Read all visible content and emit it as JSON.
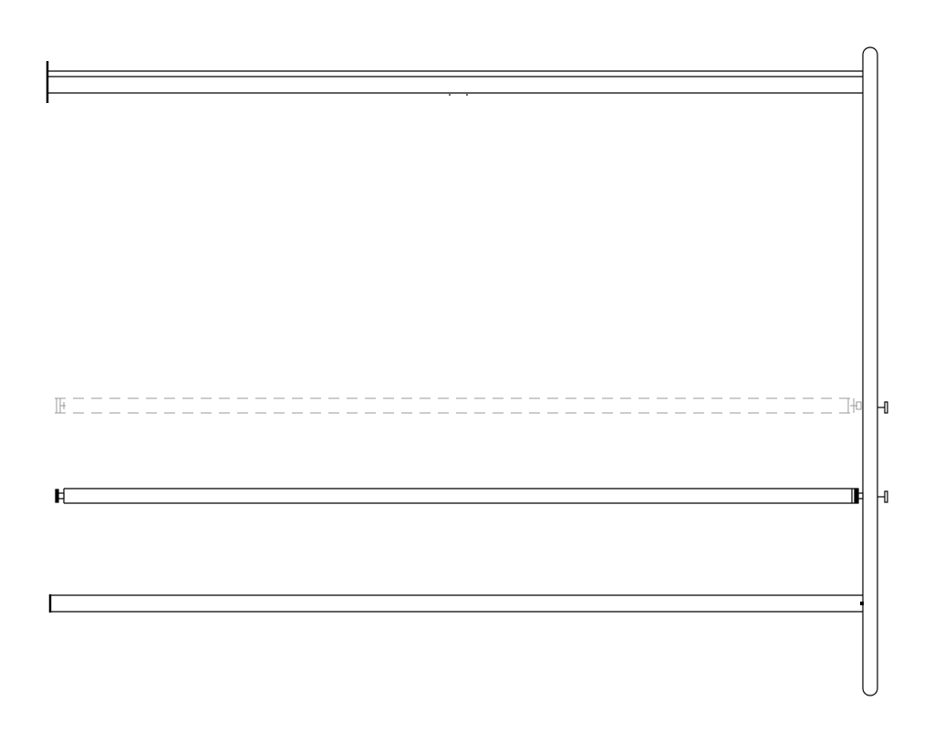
{
  "drawing": {
    "type": "technical line drawing",
    "components": [
      {
        "id": "top-rail",
        "icon": "rail-with-end-cap"
      },
      {
        "id": "vertical-post",
        "icon": "round-post"
      },
      {
        "id": "upper-bar-dashed",
        "icon": "dashed-hidden-bar"
      },
      {
        "id": "middle-bar",
        "icon": "bar-with-end-fittings"
      },
      {
        "id": "bottom-rail",
        "icon": "rail-with-end-cap"
      },
      {
        "id": "upper-knob",
        "icon": "knob"
      },
      {
        "id": "lower-knob",
        "icon": "knob"
      }
    ]
  },
  "colors": {
    "stroke": "#000000",
    "dashed": "#999999",
    "background": "#ffffff"
  }
}
